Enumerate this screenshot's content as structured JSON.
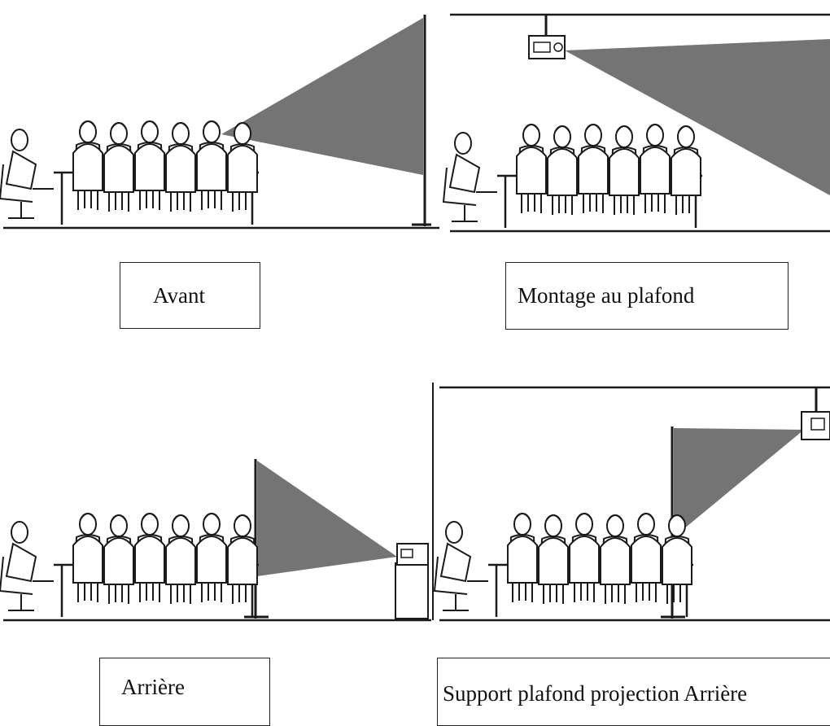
{
  "panels": [
    {
      "id": "front",
      "label": "Avant"
    },
    {
      "id": "ceiling",
      "label": "Montage au plafond"
    },
    {
      "id": "rear",
      "label": "Arrière"
    },
    {
      "id": "rear_ceiling",
      "label": "Support plafond projection Arrière"
    }
  ],
  "colors": {
    "beam": "#747474",
    "line": "#1a1a1a",
    "background": "#ffffff"
  }
}
